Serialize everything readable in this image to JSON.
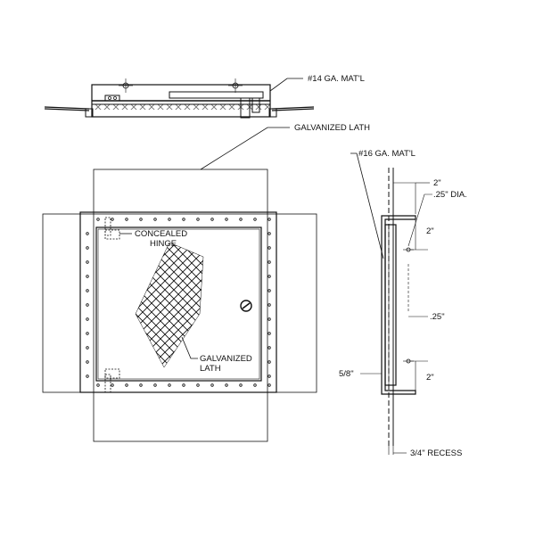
{
  "labels": {
    "mat14": "#14 GA. MAT'L",
    "lath_top": "GALVANIZED LATH",
    "hinge_line1": "CONCEALED",
    "hinge_line2": "HINGE",
    "lath_mid_line1": "GALVANIZED",
    "lath_mid_line2": "LATH",
    "mat16": "#16 GA. MAT'L",
    "dim_2_top": "2\"",
    "dim_dia": ".25\" DIA.",
    "dim_2_mid": "2\"",
    "dim_25": ".25\"",
    "dim_2_bot": "2\"",
    "dim_58": "5/8\"",
    "recess": "3/4\" RECESS"
  }
}
